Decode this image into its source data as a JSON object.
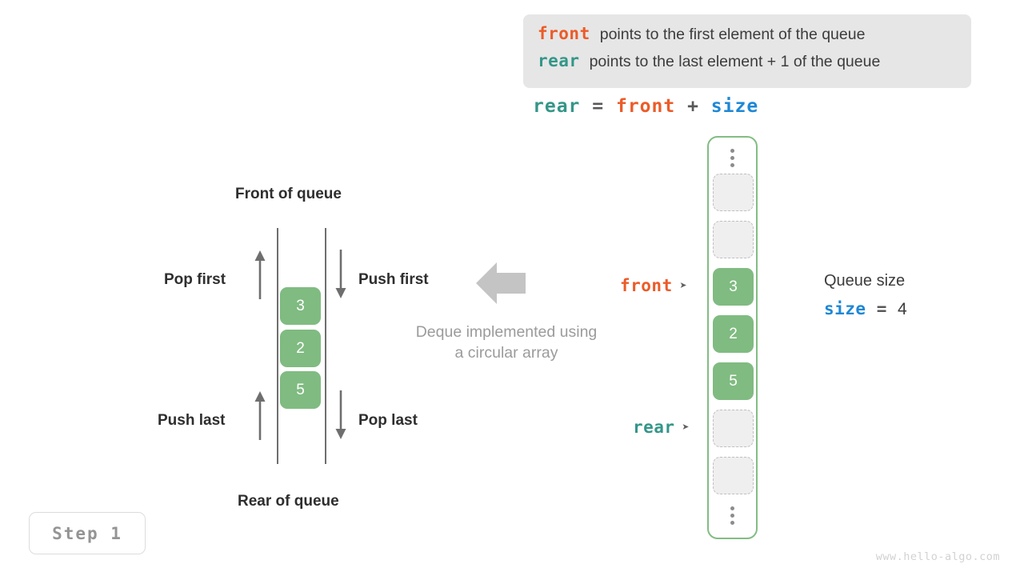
{
  "legend": {
    "lines": [
      {
        "keyword": "front",
        "keyword_color": "#ec5b28",
        "text": "points to the first element of the queue"
      },
      {
        "keyword": "rear",
        "keyword_color": "#349688",
        "text": "points to the last element + 1 of the queue"
      }
    ],
    "background": "#e6e6e6"
  },
  "equation": {
    "lhs": "rear",
    "eq": "=",
    "rhs1": "front",
    "plus": "+",
    "rhs2": "size"
  },
  "deque": {
    "front_label": "Front of queue",
    "rear_label": "Rear of queue",
    "pop_first_label": "Pop first",
    "push_first_label": "Push first",
    "push_last_label": "Push last",
    "pop_last_label": "Pop last",
    "cells": [
      "3",
      "2",
      "5"
    ],
    "caption_line1": "Deque implemented using",
    "caption_line2": "a circular array",
    "cell_color": "#80bb81"
  },
  "array": {
    "top_ellipsis": "vertical-ellipsis",
    "bottom_ellipsis": "vertical-ellipsis",
    "slots": [
      {
        "value": "",
        "state": "empty"
      },
      {
        "value": "",
        "state": "empty"
      },
      {
        "value": "3",
        "state": "filled"
      },
      {
        "value": "2",
        "state": "filled"
      },
      {
        "value": "5",
        "state": "filled"
      },
      {
        "value": "",
        "state": "empty"
      },
      {
        "value": "",
        "state": "empty"
      }
    ],
    "border_color": "#83bd84",
    "pointers": {
      "front": {
        "label": "front",
        "color": "#ec5b28",
        "target_index": 2
      },
      "rear": {
        "label": "rear",
        "color": "#349688",
        "target_index": 5
      }
    }
  },
  "queue_size": {
    "title": "Queue size",
    "var": "size",
    "eq": "=",
    "value": "4",
    "var_color": "#1e88d6"
  },
  "step_badge": {
    "label": "Step 1"
  },
  "watermark": {
    "text": "www.hello-algo.com"
  }
}
